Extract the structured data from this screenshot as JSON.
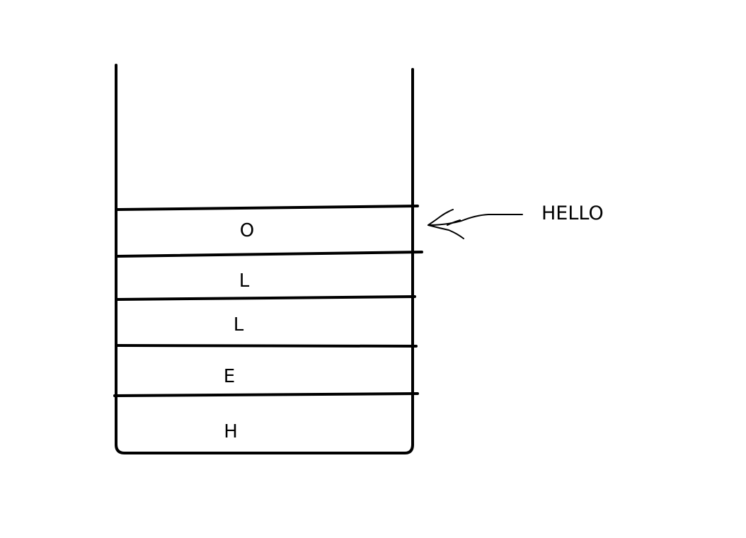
{
  "stack": {
    "cells_top_to_bottom": [
      "O",
      "L",
      "L",
      "E",
      "H"
    ]
  },
  "input": {
    "label": "HELLO"
  },
  "colors": {
    "background": "#ffffff",
    "ink": "#000000"
  }
}
